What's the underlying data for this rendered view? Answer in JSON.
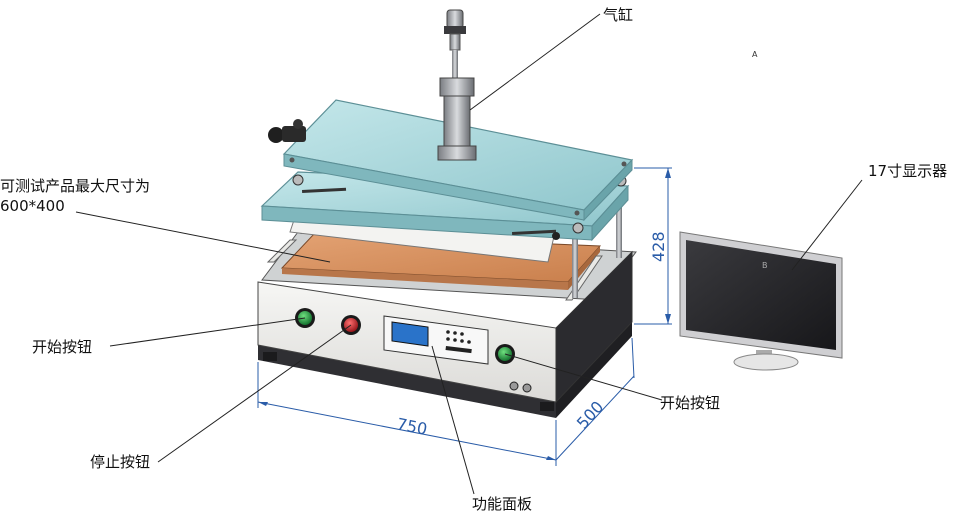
{
  "labels": {
    "cylinder": "气缸",
    "max_size_line1": "可测试产品最大尺寸为",
    "max_size_line2": "600*400",
    "monitor": "17寸显示器",
    "start_left": "开始按钮",
    "start_right": "开始按钮",
    "stop": "停止按钮",
    "panel": "功能面板",
    "letter_a": "A",
    "letter_b": "B"
  },
  "dimensions": {
    "width": "750",
    "depth": "500",
    "height": "428"
  },
  "colors": {
    "glass": "#a9d8dd",
    "glass_edge": "#5c8f96",
    "copper": "#d98f5c",
    "frame": "#ecebe8",
    "base_dark": "#2f2f33",
    "button_green": "#1d8f3c",
    "button_red": "#c8262b",
    "dimension_line": "#2a5ca8",
    "lcd": "#2a73c9"
  }
}
